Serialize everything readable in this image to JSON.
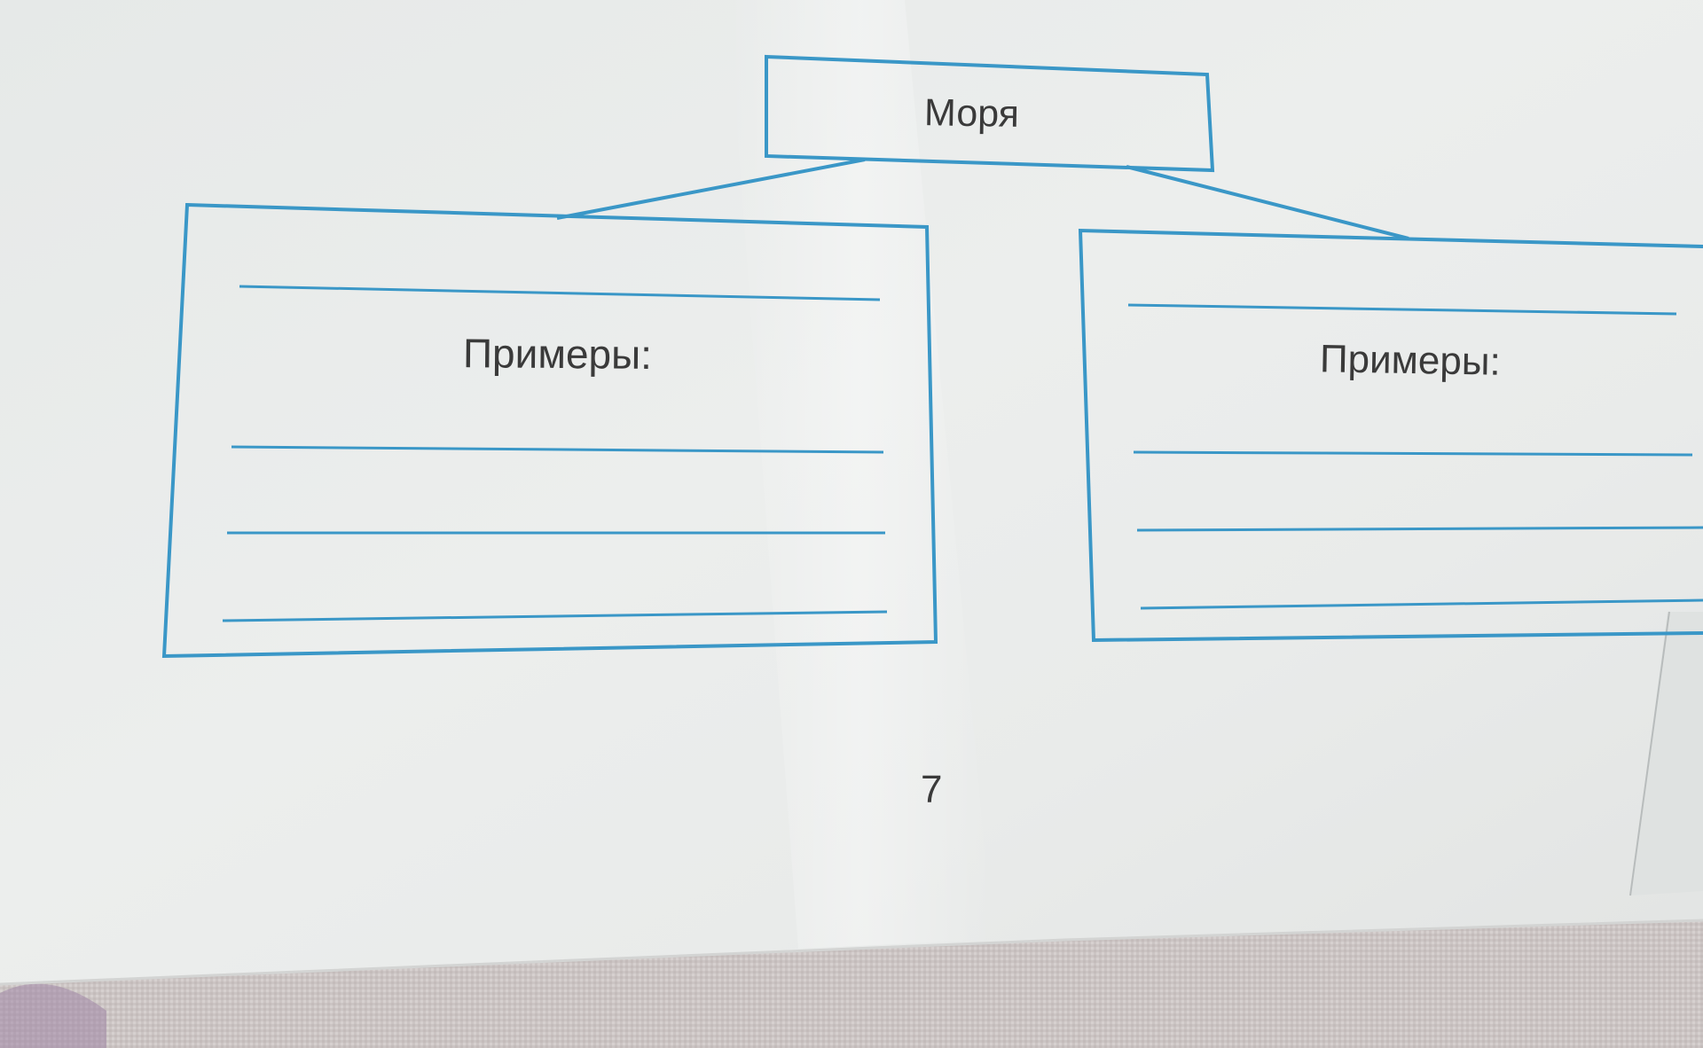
{
  "diagram": {
    "root": {
      "label": "Моря"
    },
    "branches": [
      {
        "examples_label": "Примеры:"
      },
      {
        "examples_label": "Примеры:"
      }
    ]
  },
  "page": {
    "number": "7"
  },
  "colors": {
    "line": "#3a97c7",
    "text": "#3a3a3a",
    "paper": "#eaeceb",
    "fabric": "#cfc8c6"
  }
}
